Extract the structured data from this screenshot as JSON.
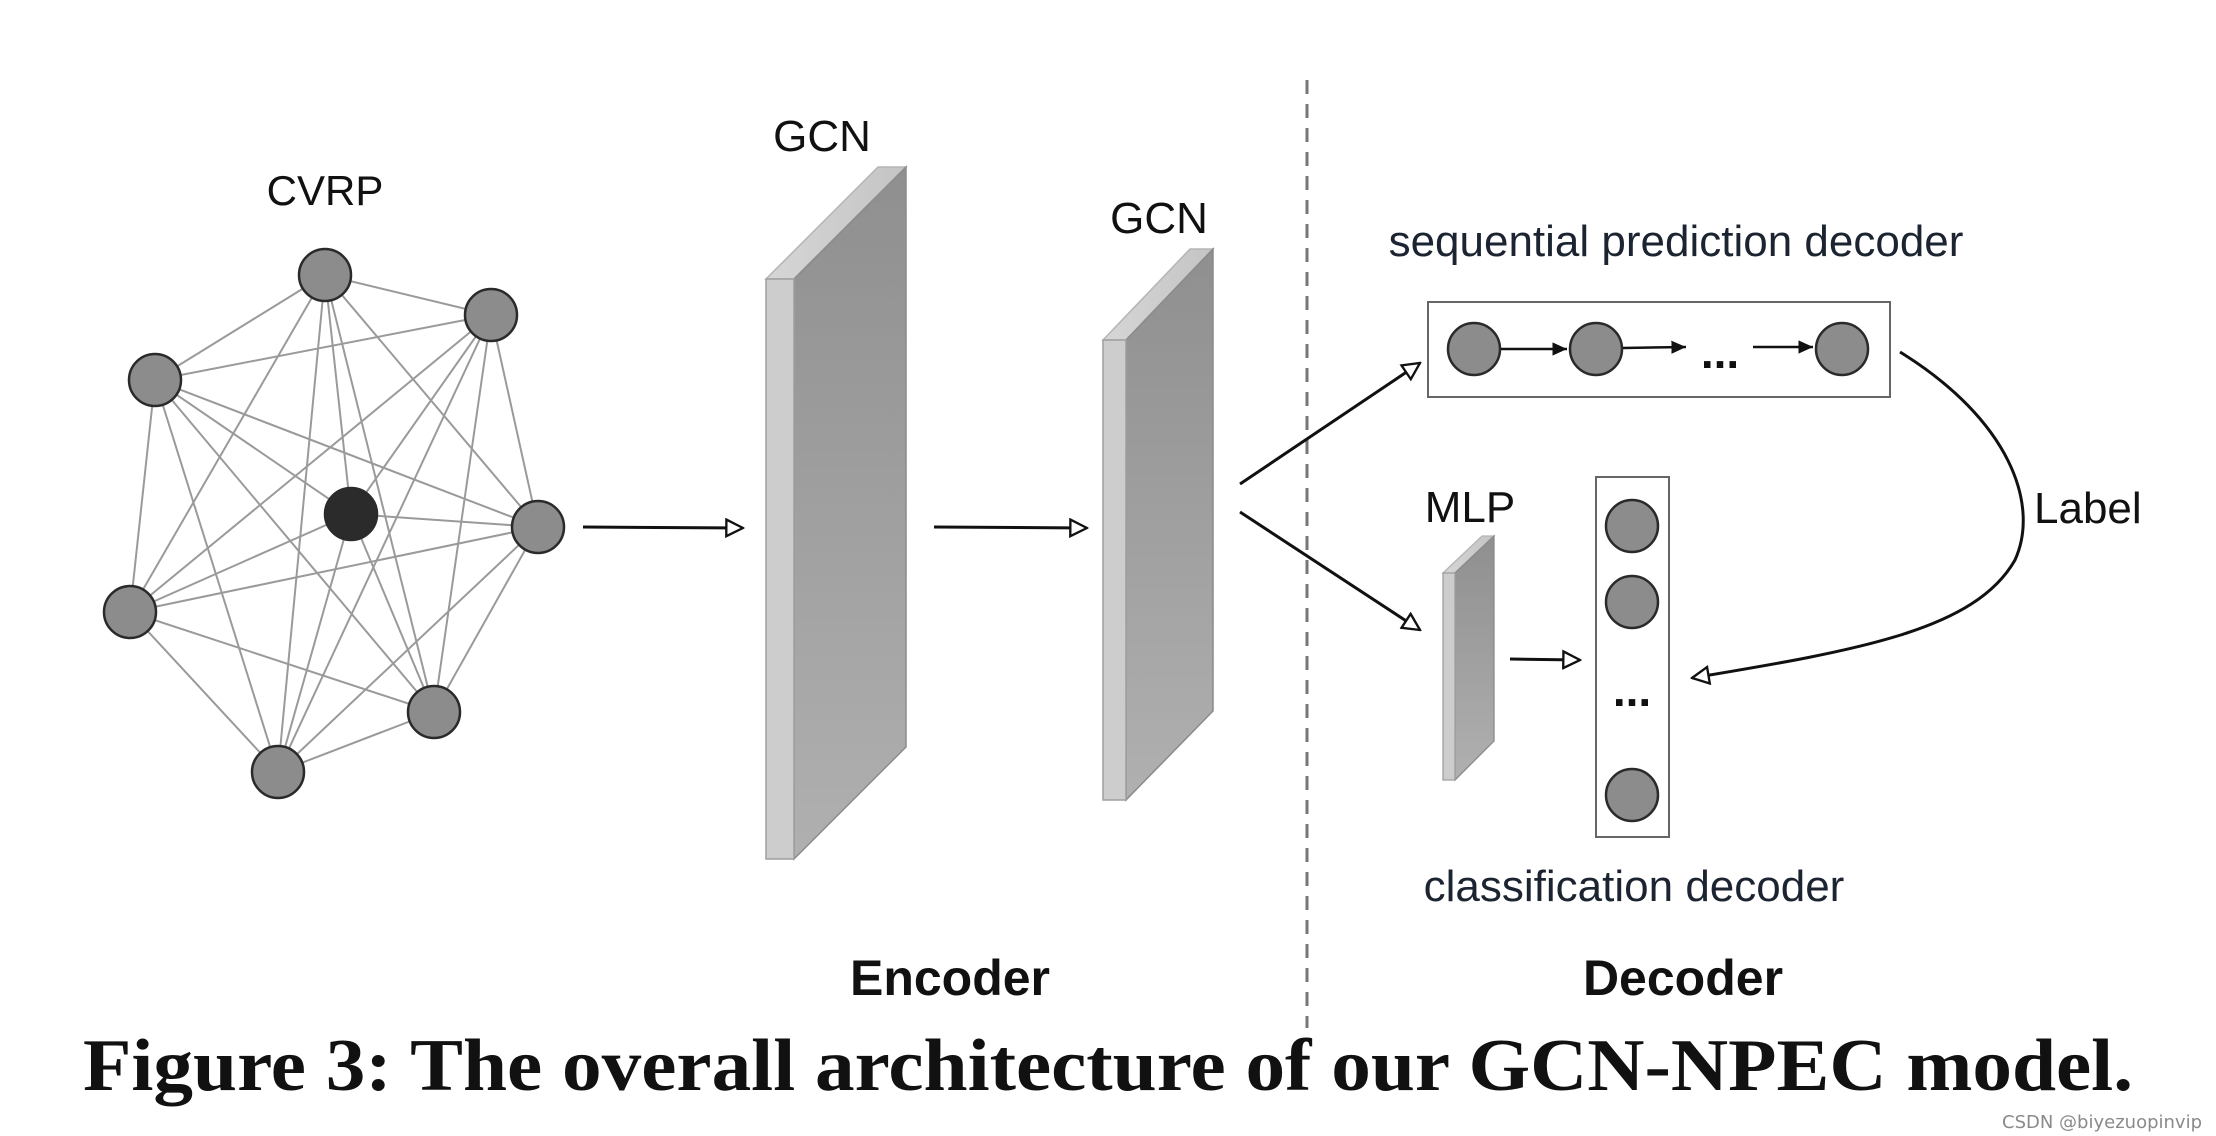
{
  "labels": {
    "cvrp": "CVRP",
    "gcn_1": "GCN",
    "gcn_2": "GCN",
    "seq_decoder": "sequential prediction decoder",
    "ellipsis_seq": "...",
    "mlp": "MLP",
    "label": "Label",
    "ellipsis_cls": "...",
    "cls_decoder": "classification decoder",
    "encoder": "Encoder",
    "decoder": "Decoder"
  },
  "caption": "Figure 3: The overall architecture of our GCN-NPEC model.",
  "watermark": "CSDN @biyezuopinvip",
  "colors": {
    "node_fill": "#8c8c8c",
    "depot_fill": "#2b2b2b",
    "edge": "#9a9a9a",
    "layer_dark": "#9b9b9b",
    "layer_light": "#cfcfcf",
    "arrow": "#111111",
    "divider": "#777777"
  },
  "graph": {
    "edges": [
      [
        0,
        1
      ],
      [
        0,
        2
      ],
      [
        0,
        3
      ],
      [
        0,
        4
      ],
      [
        0,
        5
      ],
      [
        0,
        6
      ],
      [
        0,
        7
      ],
      [
        1,
        2
      ],
      [
        1,
        3
      ],
      [
        1,
        4
      ],
      [
        1,
        5
      ],
      [
        1,
        6
      ],
      [
        2,
        3
      ],
      [
        2,
        4
      ],
      [
        2,
        5
      ],
      [
        2,
        6
      ],
      [
        2,
        7
      ],
      [
        3,
        4
      ],
      [
        3,
        5
      ],
      [
        3,
        6
      ],
      [
        3,
        7
      ],
      [
        4,
        5
      ],
      [
        4,
        6
      ],
      [
        4,
        7
      ],
      [
        5,
        6
      ],
      [
        6,
        7
      ],
      [
        7,
        1
      ],
      [
        7,
        5
      ]
    ]
  }
}
